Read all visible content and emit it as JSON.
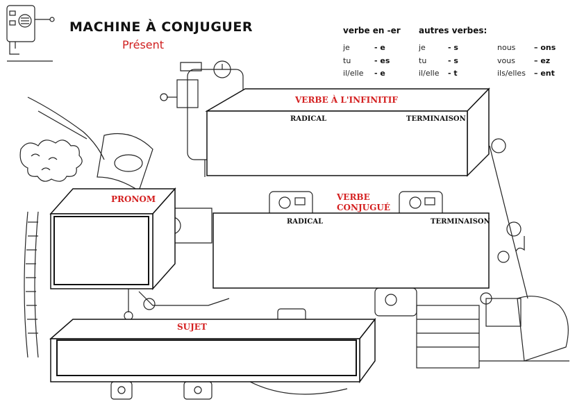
{
  "header": {
    "title": "MACHINE À CONJUGUER",
    "subtitle": "Présent"
  },
  "endings_table": {
    "er_header": "verbe en -er",
    "other_header": "autres verbes:",
    "er_rows": [
      {
        "pronoun": "je",
        "ending": "- e"
      },
      {
        "pronoun": "tu",
        "ending": "- es"
      },
      {
        "pronoun": "il/elle",
        "ending": "- e"
      }
    ],
    "other_rows": [
      {
        "pronoun": "je",
        "ending": "- s"
      },
      {
        "pronoun": "tu",
        "ending": "- s"
      },
      {
        "pronoun": "il/elle",
        "ending": "- t"
      }
    ],
    "plural_rows": [
      {
        "pronoun": "nous",
        "ending": "– ons"
      },
      {
        "pronoun": "vous",
        "ending": "– ez"
      },
      {
        "pronoun": "ils/elles",
        "ending": "– ent"
      }
    ]
  },
  "boxes": {
    "infinitive": {
      "label": "VERBE À L'INFINITIF",
      "col_left": "RADICAL",
      "col_right": "TERMINAISON"
    },
    "pronoun": {
      "label": "PRONOM"
    },
    "conjugated": {
      "label_line1": "VERBE",
      "label_line2": "CONJUGUÉ",
      "col_left": "RADICAL",
      "col_right": "TERMINAISON"
    },
    "subject": {
      "label": "SUJET"
    }
  },
  "colors": {
    "accent_red": "#d42020",
    "ink": "#111111"
  }
}
